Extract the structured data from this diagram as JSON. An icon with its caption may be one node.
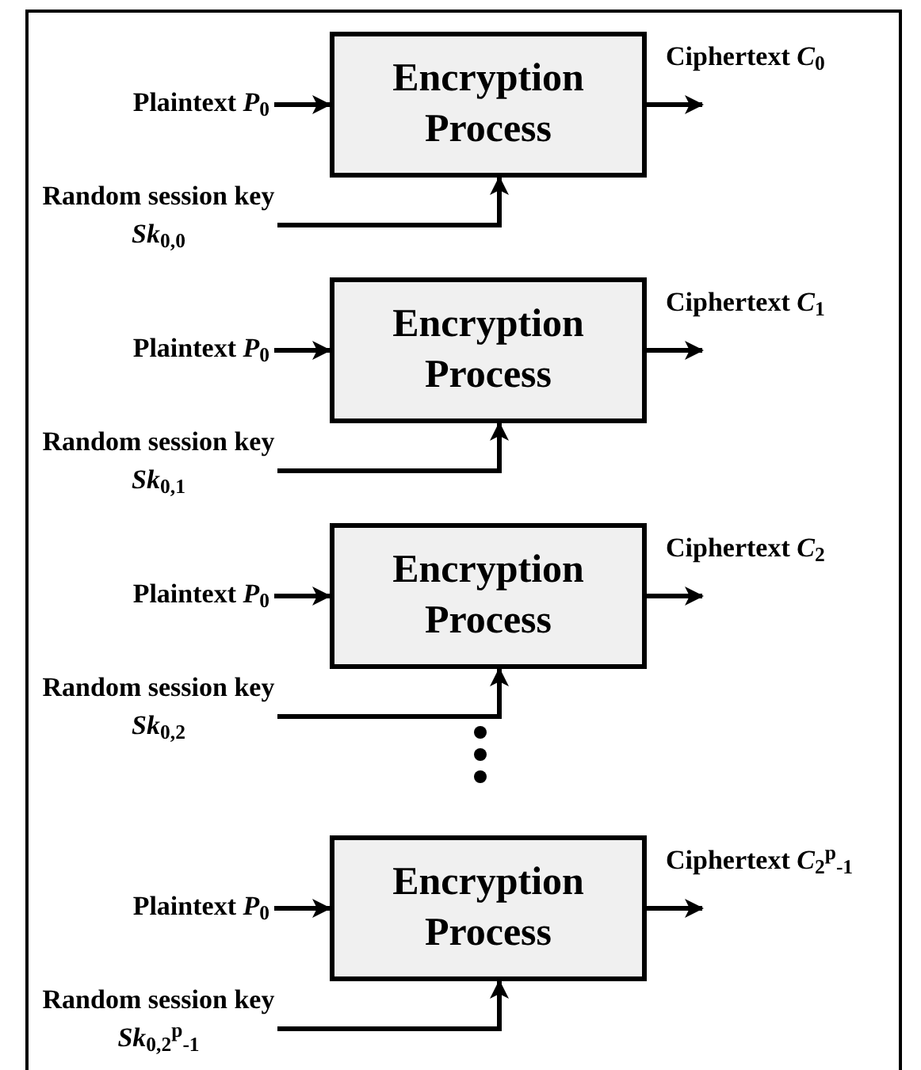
{
  "diagram": {
    "nodes": [
      {
        "text": [
          "Plaintext *P*$_{0}$"
        ]
      },
      {
        "text": [
          "Encryption Process"
        ],
        "beside": [
          "Ciphertext *C*$_{0}$"
        ]
      },
      {
        "text": [
          "Random session key *Sk*$_{0,0}$"
        ]
      },
      {
        "text": [
          "Plaintext *P*$_{0}$"
        ]
      },
      {
        "text": [
          "Encryption Process"
        ],
        "beside": [
          "Ciphertext *C*$_{1}$"
        ]
      },
      {
        "text": [
          "Random session key *Sk*$_{0,1}$"
        ]
      },
      {
        "text": [
          "Plaintext *P*$_{0}$"
        ]
      },
      {
        "text": [
          "Encryption Process"
        ],
        "beside": [
          "Ciphertext *C*$_{2}$"
        ]
      },
      {
        "text": [
          "Random session key *Sk*$_{0,2}$"
        ]
      },
      {
        "text": [
          "Plaintext *P*$_{0}$"
        ]
      },
      {
        "text": [
          "Encryption Process"
        ],
        "beside": [
          "Ciphertext *C*$_{2}$$^{p}$$_{-1}$"
        ]
      },
      {
        "text": [
          "Random session key *Sk*$_{0,2}$$^{p}$$_{-1}$"
        ]
      }
    ],
    "edges": [
      {
        "from": 0,
        "to": 1,
        "arrow": "to"
      },
      {
        "from": 2,
        "to": 1,
        "arrow": "to"
      },
      {
        "from": 1,
        "to": null,
        "arrow": "to"
      },
      {
        "from": 3,
        "to": 4,
        "arrow": "to"
      },
      {
        "from": 5,
        "to": 4,
        "arrow": "to"
      },
      {
        "from": 4,
        "to": null,
        "arrow": "to"
      },
      {
        "from": 6,
        "to": 7,
        "arrow": "to"
      },
      {
        "from": 8,
        "to": 7,
        "arrow": "to"
      },
      {
        "from": 7,
        "to": null,
        "arrow": "to"
      },
      {
        "from": 9,
        "to": 10,
        "arrow": "to"
      },
      {
        "from": 11,
        "to": 10,
        "arrow": "to"
      },
      {
        "from": 10,
        "to": null,
        "arrow": "to"
      }
    ]
  }
}
